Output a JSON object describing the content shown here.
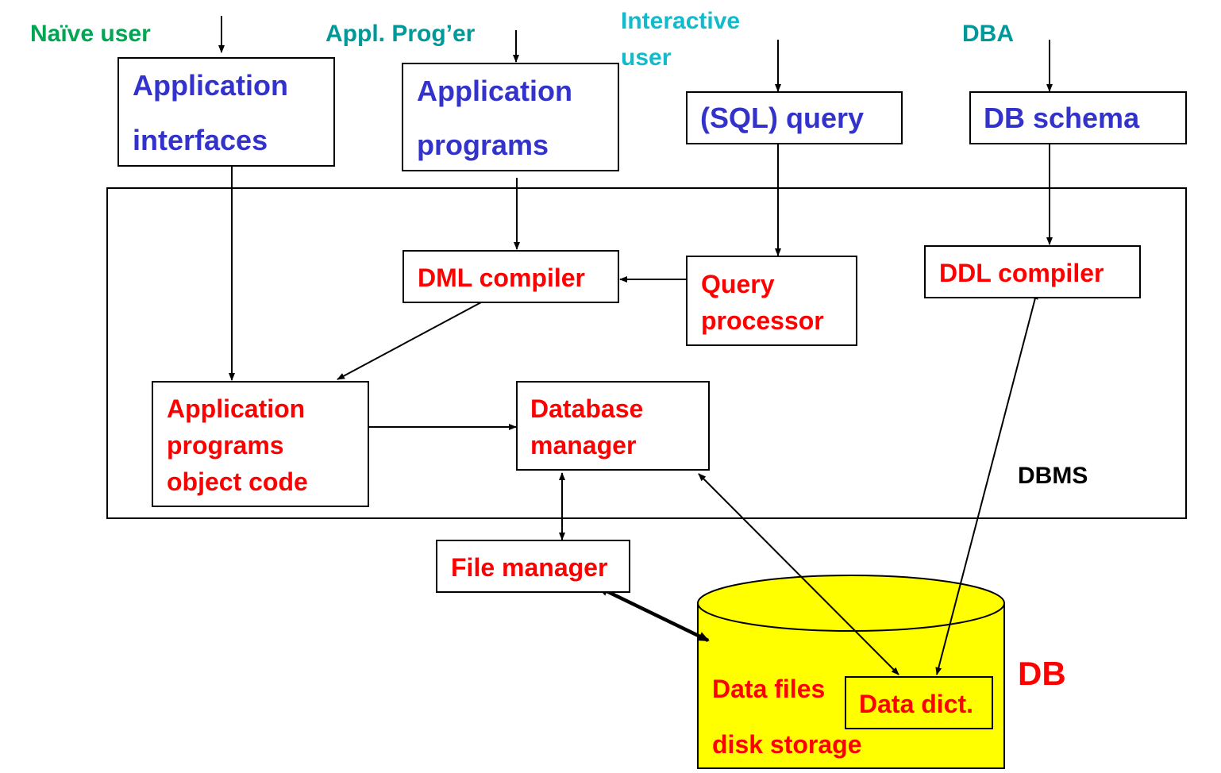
{
  "users": {
    "naive": "Naïve user",
    "appl_programmer": "Appl. Prog’er",
    "interactive_line1": "Interactive",
    "interactive_line2": "user",
    "dba": "DBA"
  },
  "top_boxes": {
    "app_interfaces_line1": "Application",
    "app_interfaces_line2": "interfaces",
    "app_programs_line1": "Application",
    "app_programs_line2": "programs",
    "sql_query": "(SQL) query",
    "db_schema": "DB schema"
  },
  "dbms": {
    "label": "DBMS",
    "dml_compiler": "DML compiler",
    "query_processor_line1": "Query",
    "query_processor_line2": "processor",
    "ddl_compiler": "DDL compiler",
    "object_code_line1": "Application",
    "object_code_line2": "programs",
    "object_code_line3": "object code",
    "db_manager_line1": "Database",
    "db_manager_line2": "manager"
  },
  "file_manager": "File manager",
  "storage": {
    "label": "DB",
    "data_files": "Data files",
    "disk_storage": "disk storage",
    "data_dict": "Data dict."
  },
  "colors": {
    "user_green": "#00a651",
    "role_teal": "#009999",
    "interactive_cyan": "#11bbcc",
    "interface_blue": "#3333cc",
    "component_red": "#ff0000",
    "cylinder_yellow": "#ffff00"
  }
}
